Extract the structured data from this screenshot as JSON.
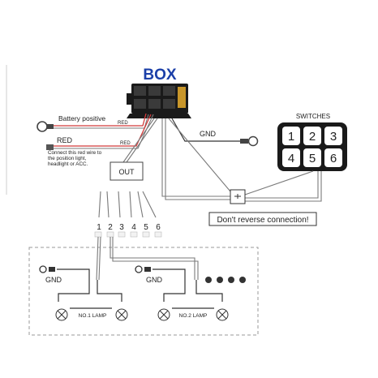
{
  "title": "BOX",
  "battery_label": "Battery positive",
  "red_small_1": "RED",
  "red_small_2": "RED",
  "red_label": "RED",
  "red_note": [
    "Connect this red wire to",
    "the position light,",
    "headlight or ACC."
  ],
  "gnd_top": "GND",
  "switches_title": "SWITCHES",
  "switch_keys": [
    "1",
    "2",
    "3",
    "4",
    "5",
    "6"
  ],
  "out_label": "OUT",
  "out_numbers": [
    "1",
    "2",
    "3",
    "4",
    "5",
    "6"
  ],
  "warning": "Don't reverse connection!",
  "gnd_left": "GND",
  "gnd_mid": "GND",
  "lamp1": "NO.1  LAMP",
  "lamp2": "NO.2  LAMP",
  "colors": {
    "title": "#1b3fa8",
    "red_wire": "#d23a3a",
    "wire": "#7a7a7a"
  }
}
